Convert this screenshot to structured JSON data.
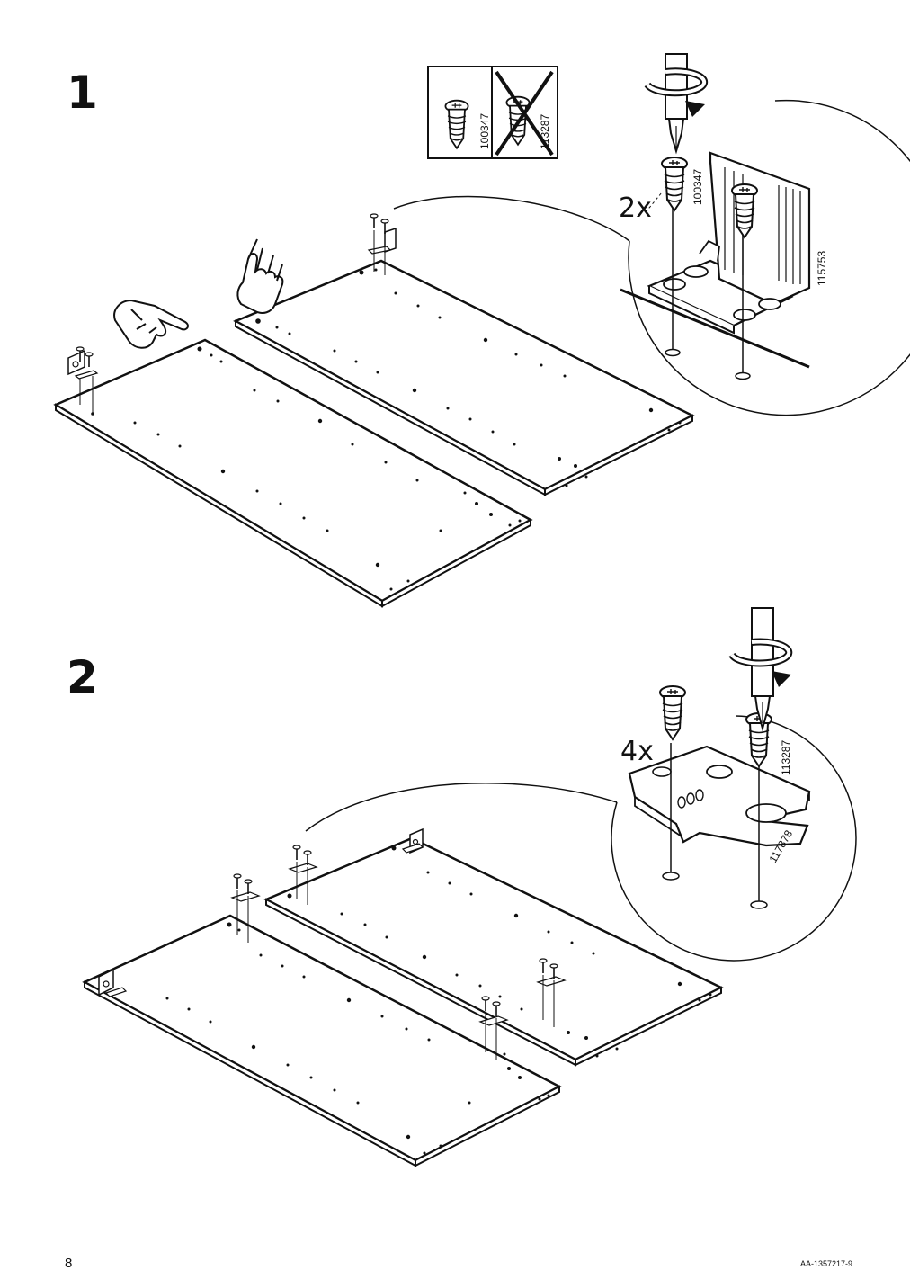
{
  "step1": {
    "number": "1",
    "quantity": "2x",
    "correct_part": "100347",
    "wrong_part": "113287",
    "callout_screw_part": "100347",
    "bracket_part": "115753"
  },
  "step2": {
    "number": "2",
    "quantity": "4x",
    "screw_part": "113287",
    "bracket_part": "117878"
  },
  "footer": {
    "page_number": "8",
    "document_code": "AA-1357217-9"
  },
  "icons": [
    "screwdriver-icon",
    "rotation-arrow-icon",
    "pointing-hand-icon",
    "screw-icon",
    "bracket-icon"
  ]
}
